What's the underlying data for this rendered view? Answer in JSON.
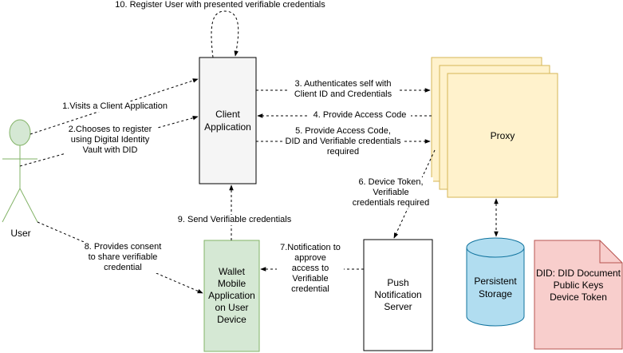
{
  "nodes": {
    "user": "User",
    "client_app": "Client\nApplication",
    "proxy": "Proxy",
    "wallet": "Wallet\nMobile\nApplication\non User\nDevice",
    "push_server": "Push\nNotification\nServer",
    "storage": "Persistent\nStorage",
    "did_note": "DID: DID Document\nPublic Keys\nDevice Token"
  },
  "edges": {
    "e1": "1.Visits a Client Application",
    "e2": "2.Chooses to register\nusing Digital Identity\nVault with DID",
    "e3": "3. Authenticates self with\nClient ID and Credentials",
    "e4": "4. Provide Access Code",
    "e5": "5. Provide Access Code,\nDID and Verifiable credentials\nrequired",
    "e6": "6. Device Token,\nVerifiable\ncredentials required",
    "e7": "7.Notification to\napprove\naccess to\nVerifiable\ncredential",
    "e8": "8. Provides consent\nto share verifiable\ncredential",
    "e9": "9. Send Verifiable credentials",
    "e10": "10. Register User with presented verifiable credentials"
  },
  "colors": {
    "user_fill": "#d5e8d4",
    "user_stroke": "#82b366",
    "client_fill": "#f5f5f5",
    "proxy_fill": "#fff2cc",
    "proxy_stroke": "#d6b656",
    "wallet_fill": "#d5e8d4",
    "wallet_stroke": "#82b366",
    "storage_fill": "#b1ddf0",
    "storage_stroke": "#10739e",
    "note_fill": "#f8cecc",
    "note_stroke": "#b85450"
  }
}
